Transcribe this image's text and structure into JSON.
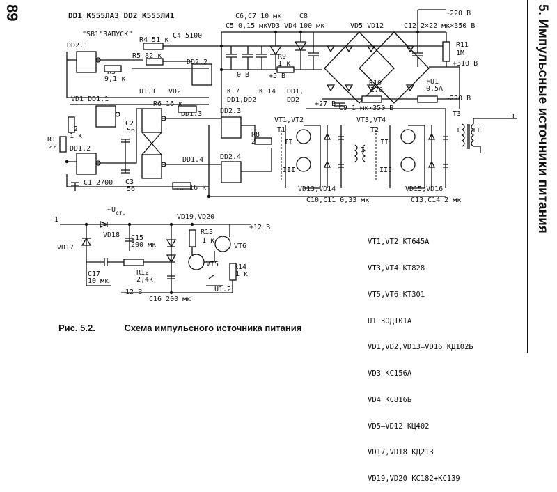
{
  "page": {
    "page_number": "89",
    "chapter_title": "5. Импульсные источники питания"
  },
  "caption": {
    "figure": "Рис. 5.2.",
    "title": "Схема импульсного источника питания"
  },
  "header_labels": {
    "dd_types": "DD1 K555ЛА3 DD2 K555ЛИ1",
    "sb1": "\"SB1\"ЗАПУСК\"",
    "c4": "C4 5100",
    "c6c7": "C6,C7 10 мк",
    "c8": "C8",
    "c5": "C5 0,15 мк",
    "vd3vd4": "VD3 VD4",
    "c8val": "100 мк",
    "vd5": "VD5–VD12",
    "c12": "C12 2×22 мк×350 В",
    "ac_top": "~220 В",
    "ac_bot": "~220 В",
    "r11": "R11",
    "r11v": "1M",
    "v310": "+310 В",
    "fu1": "FU1",
    "fu1v": "0,5A",
    "r10": "R10",
    "r10v": "270",
    "c9": "C9 1 мк×350 В",
    "r9": "R9",
    "r9v": "1 к",
    "zero": "0 В",
    "plus5": "+5 В",
    "k7": "K 7",
    "k14": "K 14",
    "dd1dd2": "DD1,DD2",
    "dd1dd2b": "DD1,",
    "dd2b": "DD2",
    "plus27": "+27 В"
  },
  "logic_labels": {
    "dd21": "DD2.1",
    "r4": "R4 51 к",
    "r5": "R5 82 к",
    "r3": "R3",
    "r3v": "9,1 к",
    "dd22": "DD2.2",
    "u11": "U1.1",
    "vd2": "VD2",
    "vd1": "VD1 DD1.1",
    "r6": "R6 16 к",
    "r2": "R2",
    "r2v": "1 к",
    "r1": "R1",
    "r1v": "22",
    "dd12": "DD1.2",
    "c1": "C1 2700",
    "c2": "C2",
    "c2v": "56",
    "c3": "C3",
    "c3v": "56",
    "r7": "R7 16 к",
    "dd13": "DD1.3",
    "dd14": "DD1.4",
    "dd23": "DD2.3",
    "dd24": "DD2.4",
    "r8": "R8",
    "r8v": "270"
  },
  "power_labels": {
    "vt1vt2": "VT1,VT2",
    "t1": "T1",
    "vt3vt4": "VT3,VT4",
    "t2": "T2",
    "t3": "T3",
    "vd13": "VD13,VD14",
    "vd15": "VD15,VD16",
    "c10": "C10,C11 0,33 мк",
    "c13": "C13,C14 2 мк",
    "one": "1",
    "wI": "I",
    "wII": "II",
    "wIII": "III"
  },
  "reg_labels": {
    "ust": "~U",
    "ust_sub": "ст.",
    "vd19vd20": "VD19,VD20",
    "vd18": "VD18",
    "vd17": "VD17",
    "c15": "C15",
    "c15v": "200 мк",
    "r13": "R13",
    "r13v": "1 к",
    "vt6": "VT6",
    "vt5": "VT5",
    "plus12": "+12 В",
    "c17": "C17",
    "c17v": "10 мк",
    "r12": "R12",
    "r12v": "2,4к",
    "r14": "R14",
    "r14v": "1 к",
    "minus12": "–12 В",
    "c16": "C16 200 мк",
    "u12": "U1.2",
    "one": "1"
  },
  "parts_list": [
    "VT1,VT2 KT645A",
    "VT3,VT4 KT828",
    "VT5,VT6 KT301",
    "U1 3ОД101А",
    "VD1,VD2,VD13–VD16 КД102Б",
    "VD3 КС156А",
    "VD4 КС816Б",
    "VD5–VD12 КЦ402",
    "VD17,VD18 КД213",
    "VD19,VD20 КС182+КС139"
  ]
}
